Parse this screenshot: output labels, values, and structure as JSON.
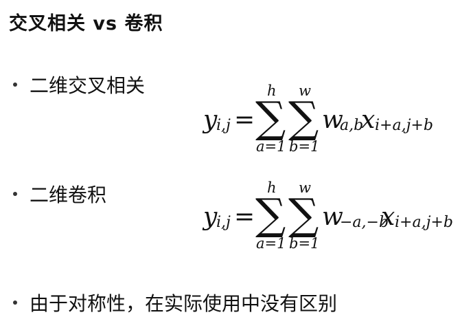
{
  "title": "交叉相关 vs 卷积",
  "bullets": [
    "二维交叉相关",
    "二维卷积",
    "由于对称性，在实际使用中没有区别"
  ],
  "formula1": {
    "lhs": "y",
    "lhs_sub": "i,j",
    "eq": "=",
    "sum_symbol": "∑",
    "sum1_upper": "h",
    "sum1_lower": "a=1",
    "sum2_upper": "w",
    "sum2_lower": "b=1",
    "w": "w",
    "w_sub": "a,b",
    "x": "x",
    "x_sub": "i+a,j+b"
  },
  "formula2": {
    "lhs": "y",
    "lhs_sub": "i,j",
    "eq": "=",
    "sum_symbol": "∑",
    "sum1_upper": "h",
    "sum1_lower": "a=1",
    "sum2_upper": "w",
    "sum2_lower": "b=1",
    "w": "w",
    "w_sub": "−a,−b",
    "x": "x",
    "x_sub": "i+a,j+b"
  }
}
